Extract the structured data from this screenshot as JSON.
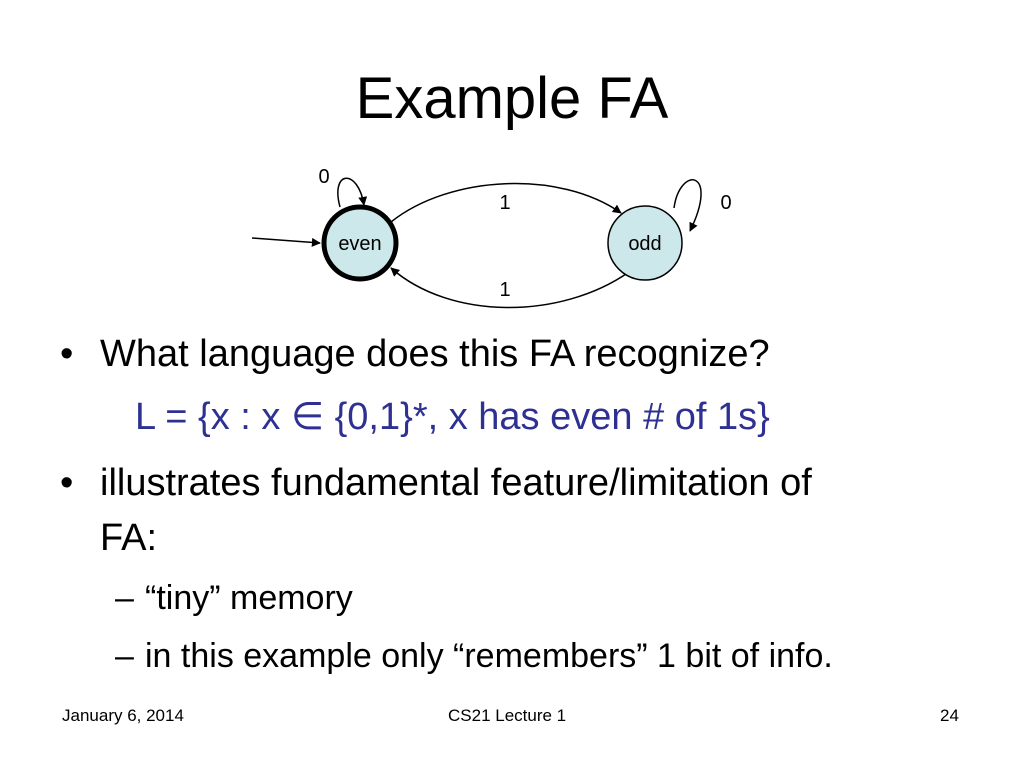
{
  "slide": {
    "title": "Example FA"
  },
  "diagram": {
    "states": [
      {
        "id": "even",
        "label": "even",
        "fill": "#cde8ea",
        "accepting": true,
        "start": true
      },
      {
        "id": "odd",
        "label": "odd",
        "fill": "#cde8ea",
        "accepting": false,
        "start": false
      }
    ],
    "transitions": [
      {
        "from": "even",
        "to": "even",
        "label": "0"
      },
      {
        "from": "even",
        "to": "odd",
        "label": "1"
      },
      {
        "from": "odd",
        "to": "odd",
        "label": "0"
      },
      {
        "from": "odd",
        "to": "even",
        "label": "1"
      }
    ]
  },
  "content": {
    "bullets": [
      {
        "text": "What language does this FA recognize?",
        "formula": "L = {x : x ∈ {0,1}*, x has even # of 1s}"
      },
      {
        "text_line1": "illustrates fundamental feature/limitation of",
        "text_line2": "FA:",
        "sub_items": [
          "“tiny” memory",
          "in this example only “remembers” 1 bit of info."
        ]
      }
    ],
    "bullet_glyph": "•",
    "sub_glyph": "–",
    "formula_color": "#2e3192"
  },
  "footer": {
    "date": "January 6,  2014",
    "course": "CS21 Lecture 1",
    "page": "24"
  }
}
